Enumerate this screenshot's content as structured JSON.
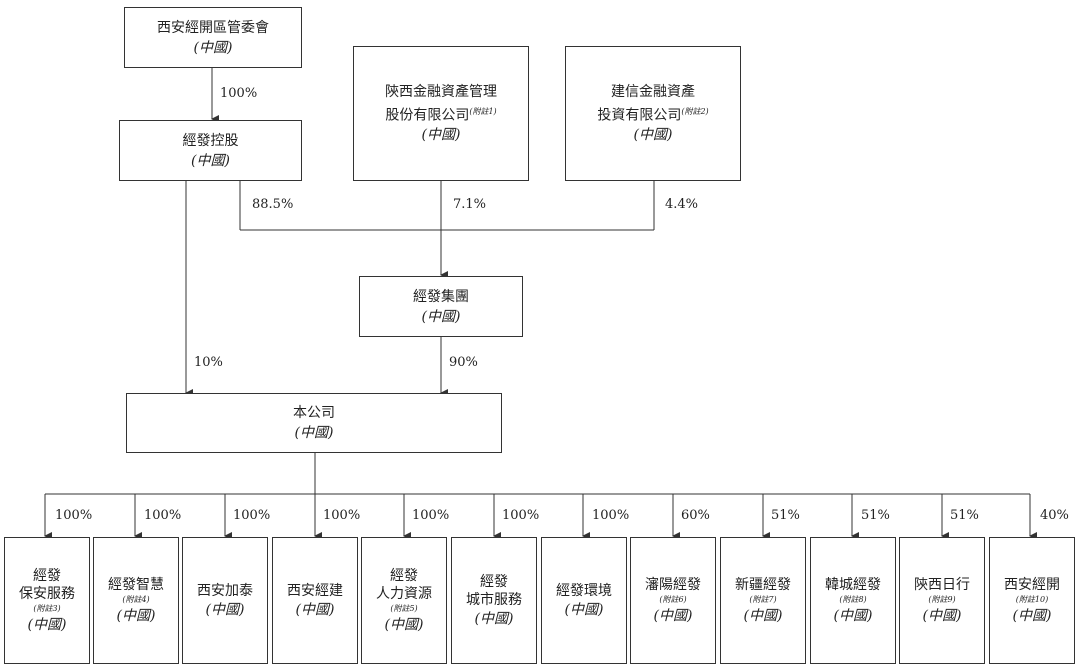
{
  "entities": {
    "xa_committee": {
      "name": "西安經開區管委會",
      "country": "(中國)"
    },
    "jingfa_holdings": {
      "name": "經發控股",
      "country": "(中國)"
    },
    "shaanxi_financial": {
      "name_line1": "陝西金融資產管理",
      "name_line2": "股份有限公司",
      "note": "(附註1)",
      "country": "(中國)"
    },
    "ccb_financial": {
      "name_line1": "建信金融資產",
      "name_line2": "投資有限公司",
      "note": "(附註2)",
      "country": "(中國)"
    },
    "jingfa_group": {
      "name": "經發集團",
      "country": "(中國)"
    },
    "company": {
      "name": "本公司",
      "country": "(中國)"
    }
  },
  "percentages": {
    "committee_to_holdings": "100%",
    "holdings_to_group": "88.5%",
    "shaanxi_to_group": "7.1%",
    "ccb_to_group": "4.4%",
    "holdings_to_company": "10%",
    "group_to_company": "90%"
  },
  "subsidiaries": [
    {
      "lines": [
        "經發",
        "保安服務"
      ],
      "note": "(附註3)",
      "country": "(中國)",
      "pct": "100%"
    },
    {
      "lines": [
        "經發智慧"
      ],
      "note": "(附註4)",
      "country": "(中國)",
      "pct": "100%"
    },
    {
      "lines": [
        "西安加泰"
      ],
      "note": "",
      "country": "(中國)",
      "pct": "100%"
    },
    {
      "lines": [
        "西安經建"
      ],
      "note": "",
      "country": "(中國)",
      "pct": "100%"
    },
    {
      "lines": [
        "經發",
        "人力資源"
      ],
      "note": "(附註5)",
      "country": "(中國)",
      "pct": "100%"
    },
    {
      "lines": [
        "經發",
        "城市服務"
      ],
      "note": "",
      "country": "(中國)",
      "pct": "100%"
    },
    {
      "lines": [
        "經發環境"
      ],
      "note": "",
      "country": "(中國)",
      "pct": "100%"
    },
    {
      "lines": [
        "瀋陽經發"
      ],
      "note": "(附註6)",
      "country": "(中國)",
      "pct": "60%"
    },
    {
      "lines": [
        "新疆經發"
      ],
      "note": "(附註7)",
      "country": "(中國)",
      "pct": "51%"
    },
    {
      "lines": [
        "韓城經發"
      ],
      "note": "(附註8)",
      "country": "(中國)",
      "pct": "51%"
    },
    {
      "lines": [
        "陝西日行"
      ],
      "note": "(附註9)",
      "country": "(中國)",
      "pct": "51%"
    },
    {
      "lines": [
        "西安經開"
      ],
      "note": "(附註10)",
      "country": "(中國)",
      "pct": "40%"
    }
  ]
}
